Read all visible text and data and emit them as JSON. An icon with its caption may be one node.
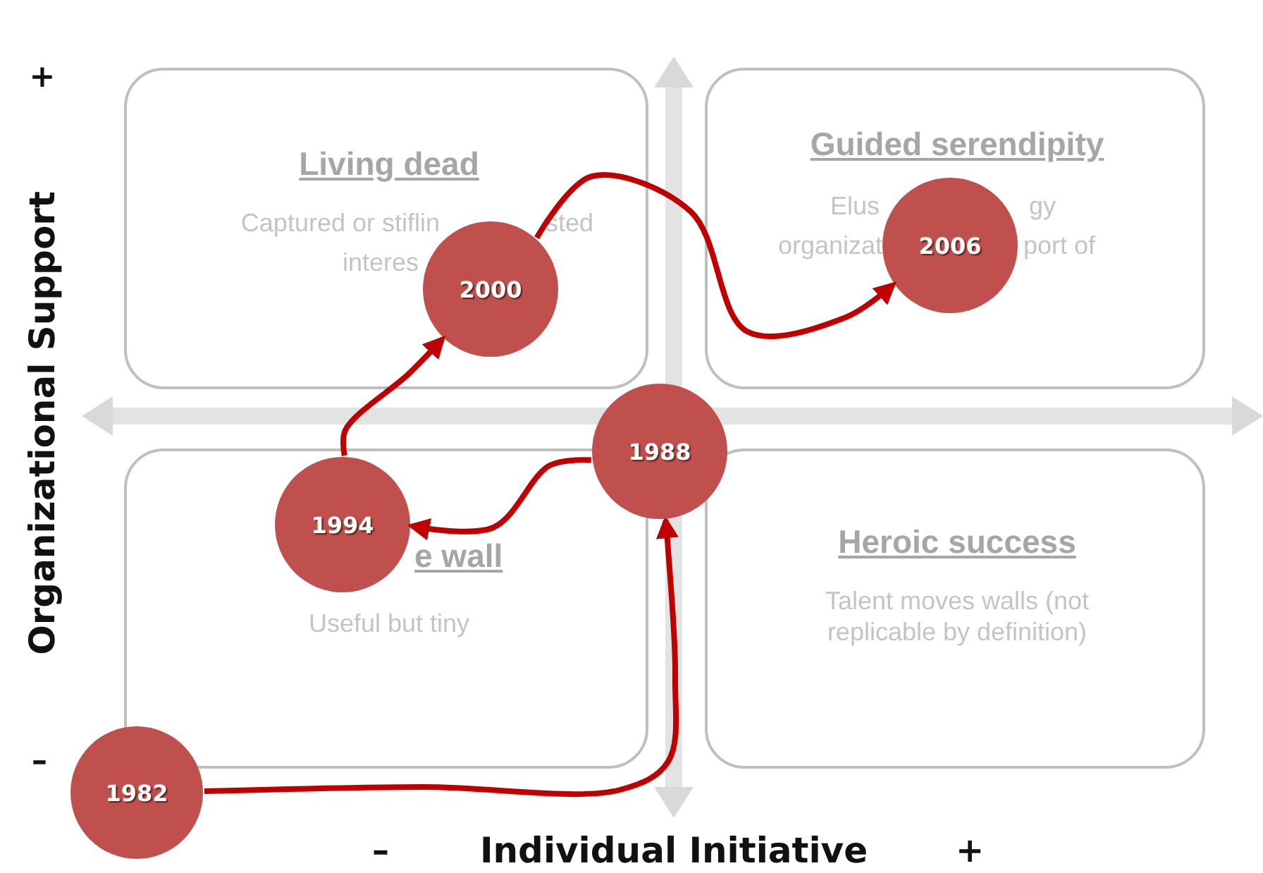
{
  "diagram": {
    "nodes": [
      {
        "text": [
          "Living dead",
          "Captured or stiflin",
          "sted",
          "interes"
        ]
      },
      {
        "text": [
          "Guided serendipity",
          "Elus",
          "gy",
          "organizat",
          "port of"
        ]
      },
      {
        "text": [
          "e wall",
          "Useful but tiny"
        ]
      },
      {
        "text": [
          "Heroic success",
          "Talent moves walls (not replicable by definition)"
        ]
      },
      {
        "text": [
          "1982"
        ]
      },
      {
        "text": [
          "1988"
        ]
      },
      {
        "text": [
          "1994"
        ],
        "in": 2
      },
      {
        "text": [
          "2000"
        ],
        "in": 0
      },
      {
        "text": [
          "2006"
        ],
        "in": 1
      }
    ],
    "edges": [
      {
        "from": 4,
        "to": 5,
        "arrow": "to"
      },
      {
        "from": 5,
        "to": 6,
        "arrow": "to"
      },
      {
        "from": 6,
        "to": 7,
        "arrow": "to"
      },
      {
        "from": 7,
        "to": 8,
        "arrow": "to"
      }
    ],
    "labels": [
      "+",
      "Organizational Support",
      "–",
      "–",
      "Individual Initiative",
      "+"
    ]
  }
}
